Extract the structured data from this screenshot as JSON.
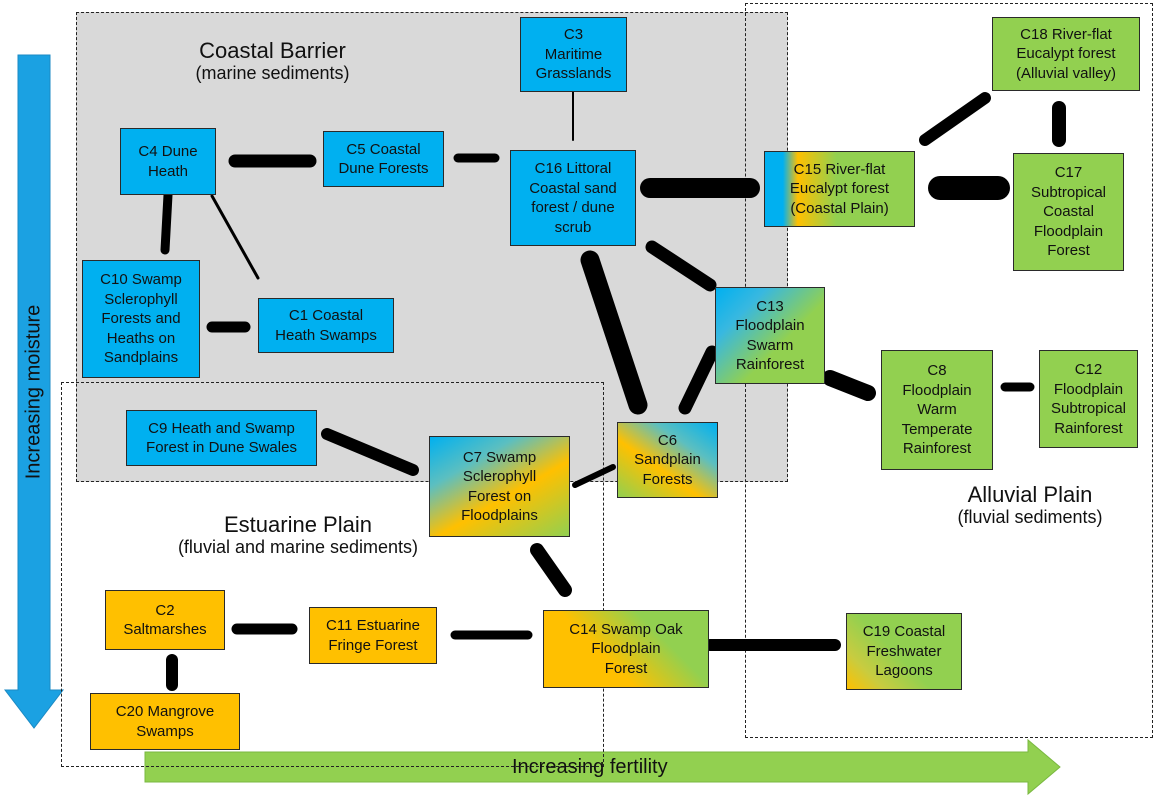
{
  "regions": {
    "coastal_barrier": {
      "title": "Coastal Barrier",
      "subtitle": "(marine sediments)"
    },
    "estuarine_plain": {
      "title": "Estuarine Plain",
      "subtitle": "(fluvial and marine sediments)"
    },
    "alluvial_plain": {
      "title": "Alluvial Plain",
      "subtitle": "(fluvial sediments)"
    }
  },
  "axes": {
    "moisture": "Increasing moisture",
    "fertility": "Increasing fertility"
  },
  "nodes": {
    "c1": "C1 Coastal\nHeath Swamps",
    "c2": "C2\nSaltmarshes",
    "c3": "C3\nMaritime\nGrasslands",
    "c4": "C4 Dune\nHeath",
    "c5": "C5 Coastal\nDune Forests",
    "c6": "C6\nSandplain\nForests",
    "c7": "C7 Swamp\nSclerophyll\nForest on\nFloodplains",
    "c8": "C8\nFloodplain\nWarm\nTemperate\nRainforest",
    "c9": "C9 Heath and Swamp\nForest in Dune Swales",
    "c10": "C10 Swamp\nSclerophyll\nForests and\nHeaths on\nSandplains",
    "c11": "C11 Estuarine\nFringe Forest",
    "c12": "C12\nFloodplain\nSubtropical\nRainforest",
    "c13": "C13\nFloodplain\nSwarm\nRainforest",
    "c14": "C14 Swamp Oak\nFloodplain\nForest",
    "c15": "C15 River-flat\nEucalypt forest\n(Coastal Plain)",
    "c16": "C16 Littoral\nCoastal sand\nforest / dune\nscrub",
    "c17": "C17\nSubtropical\nCoastal\nFloodplain\nForest",
    "c18": "C18 River-flat\nEucalypt forest\n(Alluvial valley)",
    "c19": "C19 Coastal\nFreshwater\nLagoons",
    "c20": "C20 Mangrove\nSwamps"
  },
  "colors": {
    "coastal": "#00b0f0",
    "estuarine": "#ffc000",
    "alluvial": "#92d050",
    "region_shade": "#d9d9d9"
  }
}
